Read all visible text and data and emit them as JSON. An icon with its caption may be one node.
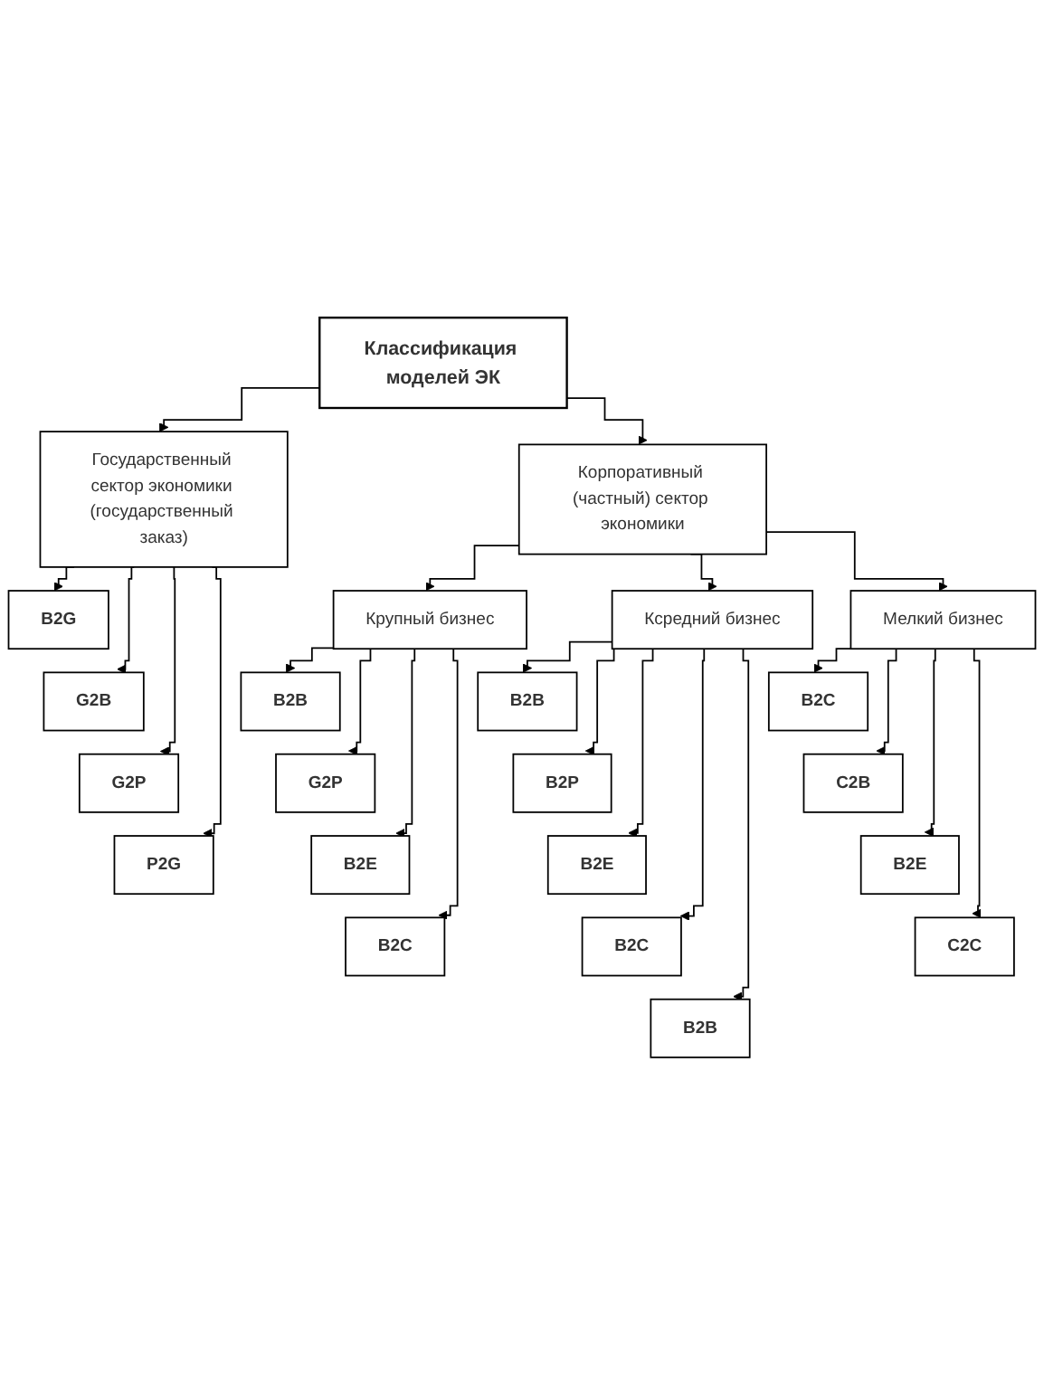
{
  "diagram": {
    "nodes": [
      {
        "text": [
          "Классификация моделей ЭК"
        ]
      },
      {
        "text": [
          "Государственный сектор экономики (государственный заказ)"
        ]
      },
      {
        "text": [
          "Корпоративный (частный) сектор экономики"
        ]
      },
      {
        "text": [
          "Крупный бизнес"
        ]
      },
      {
        "text": [
          "Ксредний бизнес"
        ]
      },
      {
        "text": [
          "Мелкий бизнес"
        ]
      },
      {
        "text": [
          "B2G"
        ]
      },
      {
        "text": [
          "G2B"
        ]
      },
      {
        "text": [
          "G2P"
        ]
      },
      {
        "text": [
          "P2G"
        ]
      },
      {
        "text": [
          "B2B"
        ]
      },
      {
        "text": [
          "G2P"
        ]
      },
      {
        "text": [
          "B2E"
        ]
      },
      {
        "text": [
          "B2C"
        ]
      },
      {
        "text": [
          "B2B"
        ]
      },
      {
        "text": [
          "B2P"
        ]
      },
      {
        "text": [
          "B2E"
        ]
      },
      {
        "text": [
          "B2C"
        ]
      },
      {
        "text": [
          "B2B"
        ]
      },
      {
        "text": [
          "B2C"
        ]
      },
      {
        "text": [
          "C2B"
        ]
      },
      {
        "text": [
          "B2E"
        ]
      },
      {
        "text": [
          "C2C"
        ]
      }
    ],
    "edges": [
      {
        "from": 0,
        "to": 1,
        "arrow": "to"
      },
      {
        "from": 0,
        "to": 2,
        "arrow": "to"
      },
      {
        "from": 2,
        "to": 3,
        "arrow": "to"
      },
      {
        "from": 2,
        "to": 4,
        "arrow": "to"
      },
      {
        "from": 2,
        "to": 5,
        "arrow": "to"
      },
      {
        "from": 1,
        "to": 6,
        "arrow": "to"
      },
      {
        "from": 1,
        "to": 7,
        "arrow": "to"
      },
      {
        "from": 1,
        "to": 8,
        "arrow": "to"
      },
      {
        "from": 1,
        "to": 9,
        "arrow": "to"
      },
      {
        "from": 3,
        "to": 10,
        "arrow": "to"
      },
      {
        "from": 3,
        "to": 11,
        "arrow": "to"
      },
      {
        "from": 3,
        "to": 12,
        "arrow": "to"
      },
      {
        "from": 3,
        "to": 13,
        "arrow": "to"
      },
      {
        "from": 4,
        "to": 14,
        "arrow": "to"
      },
      {
        "from": 4,
        "to": 15,
        "arrow": "to"
      },
      {
        "from": 4,
        "to": 16,
        "arrow": "to"
      },
      {
        "from": 4,
        "to": 17,
        "arrow": "to"
      },
      {
        "from": 4,
        "to": 18,
        "arrow": "to"
      },
      {
        "from": 5,
        "to": 19,
        "arrow": "to"
      },
      {
        "from": 5,
        "to": 20,
        "arrow": "to"
      },
      {
        "from": 5,
        "to": 21,
        "arrow": "to"
      },
      {
        "from": 5,
        "to": 22,
        "arrow": "to"
      }
    ]
  }
}
